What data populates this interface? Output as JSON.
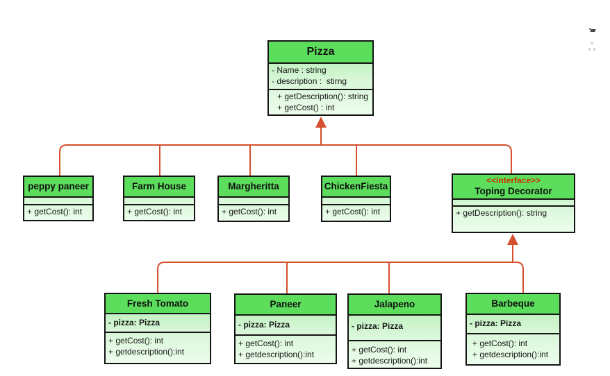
{
  "classes": {
    "pizza": {
      "name": "Pizza",
      "attributes": [
        "- Name : string",
        "- description :  stirng"
      ],
      "methods": [
        "+ getDescription(): string",
        "+ getCost() : int"
      ]
    },
    "peppy_paneer": {
      "name": "peppy paneer",
      "methods": [
        "+ getCost(): int"
      ]
    },
    "farm_house": {
      "name": "Farm House",
      "methods": [
        "+ getCost(): int"
      ]
    },
    "margheritta": {
      "name": "Margheritta",
      "methods": [
        "+ getCost(): int"
      ]
    },
    "chicken_fiesta": {
      "name": "ChickenFiesta",
      "methods": [
        "+ getCost(): int"
      ]
    },
    "toping_decorator": {
      "stereotype": "<<interface>>",
      "name": "Toping Decorator",
      "methods": [
        "+ getDescription(): string"
      ]
    },
    "fresh_tomato": {
      "name": "Fresh Tomato",
      "attributes": [
        "- pizza: Pizza"
      ],
      "methods": [
        "+ getCost(): int",
        "+ getdescription():int"
      ]
    },
    "paneer": {
      "name": "Paneer",
      "attributes": [
        "- pizza: Pizza"
      ],
      "methods": [
        "+ getCost(): int",
        "+ getdescription():int"
      ]
    },
    "jalapeno": {
      "name": "Jalapeno",
      "attributes": [
        "- pizza: Pizza"
      ],
      "methods": [
        "+ getCost(): int",
        "+ getdescription():int"
      ]
    },
    "barbeque": {
      "name": "Barbeque",
      "attributes": [
        "- pizza: Pizza"
      ],
      "methods": [
        "+ getCost(): int",
        "+ getdescription():int"
      ]
    }
  },
  "relations": {
    "top_tree": "peppy paneer, Farm House, Margheritta, ChickenFiesta, Toping Decorator inherit Pizza",
    "bottom_tree": "Fresh Tomato, Paneer, Jalapeno, Barbeque implement Toping Decorator"
  },
  "colors": {
    "header_green": "#5cdd5c",
    "body_green_top": "#a9edaa",
    "body_green_bottom": "#ecfcec",
    "border_black": "#141414",
    "connector_red": "#d4502e",
    "stereotype_red": "#cc3300"
  }
}
